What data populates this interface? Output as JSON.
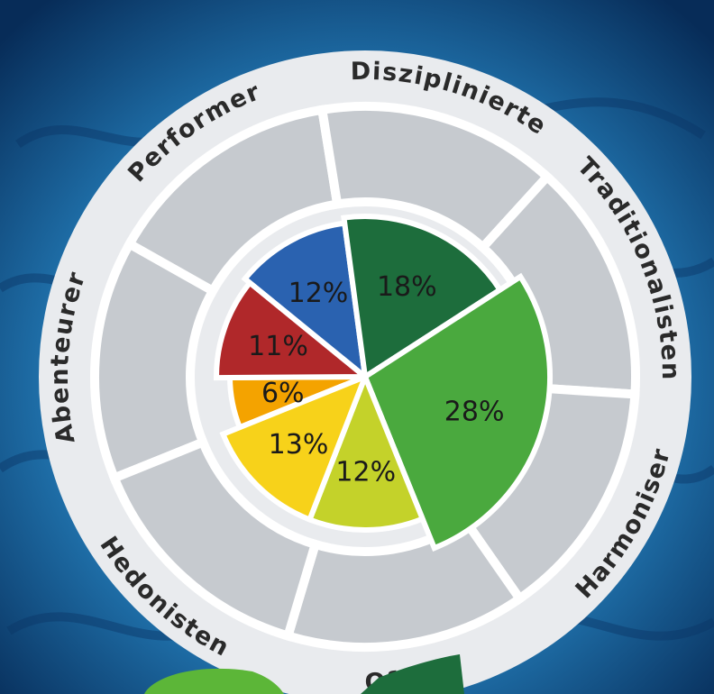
{
  "chart_data": {
    "type": "pie",
    "title": "",
    "slices": [
      {
        "label": "Abenteurer",
        "value": 6,
        "value_label": "6%",
        "color": "#f4a300",
        "value_color": "#1a1a1a"
      },
      {
        "label": "Performer",
        "value": 11,
        "value_label": "11%",
        "color": "#b0282a",
        "value_color": "#ffffff"
      },
      {
        "label": "Disziplinierte",
        "value": 12,
        "value_label": "12%",
        "color": "#2a62b0",
        "value_color": "#ffffff"
      },
      {
        "label": "Traditionalisten",
        "value": 18,
        "value_label": "18%",
        "color": "#1d6d3c",
        "value_color": "#ffffff"
      },
      {
        "label": "Harmoniser",
        "value": 28,
        "value_label": "28%",
        "color": "#4aa93e",
        "value_color": "#ffffff"
      },
      {
        "label": "Offene",
        "value": 12,
        "value_label": "12%",
        "color": "#c4d22a",
        "value_color": "#1a1a1a"
      },
      {
        "label": "Hedonisten",
        "value": 13,
        "value_label": "13%",
        "color": "#f7d21a",
        "value_color": "#1a1a1a"
      }
    ]
  },
  "colors": {
    "background": "#0a3f73",
    "ring_panel": "#c6cacf",
    "ring_border": "#e9ebee",
    "divider": "#ffffff"
  }
}
